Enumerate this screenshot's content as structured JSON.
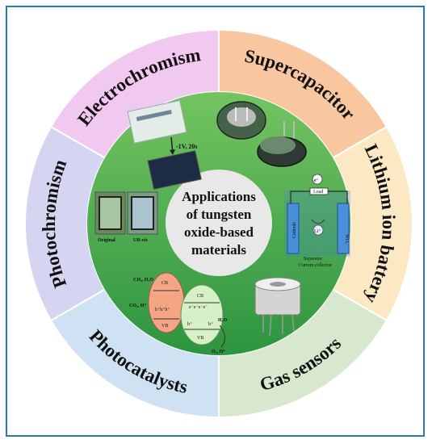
{
  "center": {
    "lines": [
      "Applications",
      "of tungsten",
      "oxide-based",
      "materials"
    ]
  },
  "segments": [
    {
      "label": "Supercapacitor",
      "color": "#f9c79f"
    },
    {
      "label": "Lithium ion battery",
      "color": "#fde8c4"
    },
    {
      "label": "Gas sensors",
      "color": "#d8e8cf"
    },
    {
      "label": "Photocatalysts",
      "color": "#cfe2f3"
    },
    {
      "label": "Photochromism",
      "color": "#d5d5f2"
    },
    {
      "label": "Electrochromism",
      "color": "#f1c8ef"
    }
  ],
  "colors": {
    "border": "#2e75b6",
    "inner_green": "#3ea945",
    "center_circle": "#e6e6e6"
  },
  "electrochromism_fig": {
    "voltage": "-1V, 20s"
  },
  "photochromism_fig": {
    "left": "Original",
    "right": "UR-vis"
  },
  "battery_fig": {
    "electron": "e⁻",
    "load": "Load",
    "cathode": "Cathode",
    "anode": "WO₃",
    "ion": "Li⁺",
    "separator": "Separator",
    "collector": "Current collector"
  },
  "photocatalyst_fig": {
    "top_left": "CH₄, H₂O",
    "cb1": "CB",
    "vb1": "VB",
    "holes1": "h⁺h⁺h⁺",
    "bottom_left": "CO₂, H⁺",
    "cb2": "CB",
    "e2": "e⁻e⁻e⁻e⁻",
    "vb2": "VB",
    "h2a": "h⁺",
    "h2b": "h⁺",
    "water": "H₂O",
    "oxygen": "O₂, H⁺"
  }
}
